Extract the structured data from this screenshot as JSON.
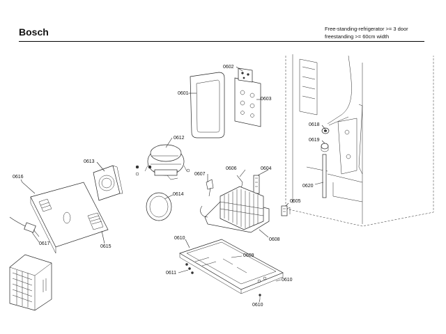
{
  "header": {
    "brand": "Bosch",
    "line1": "Free-standing-refrigerator >= 3 door",
    "line2": "freestanding >= 60cm width"
  },
  "parts": {
    "p0601": "0601",
    "p0602": "0602",
    "p0603": "0603",
    "p0604": "0604",
    "p0605": "0605",
    "p0606": "0606",
    "p0607": "0607",
    "p0608": "0608",
    "p0609": "0609",
    "p0610a": "0610",
    "p0610b": "0610",
    "p0610c": "0610",
    "p0611": "0611",
    "p0612": "0612",
    "p0613": "0613",
    "p0614": "0614",
    "p0615": "0615",
    "p0616": "0616",
    "p0617": "0617",
    "p0618": "0618",
    "p0619": "0619",
    "p0620": "0620"
  }
}
